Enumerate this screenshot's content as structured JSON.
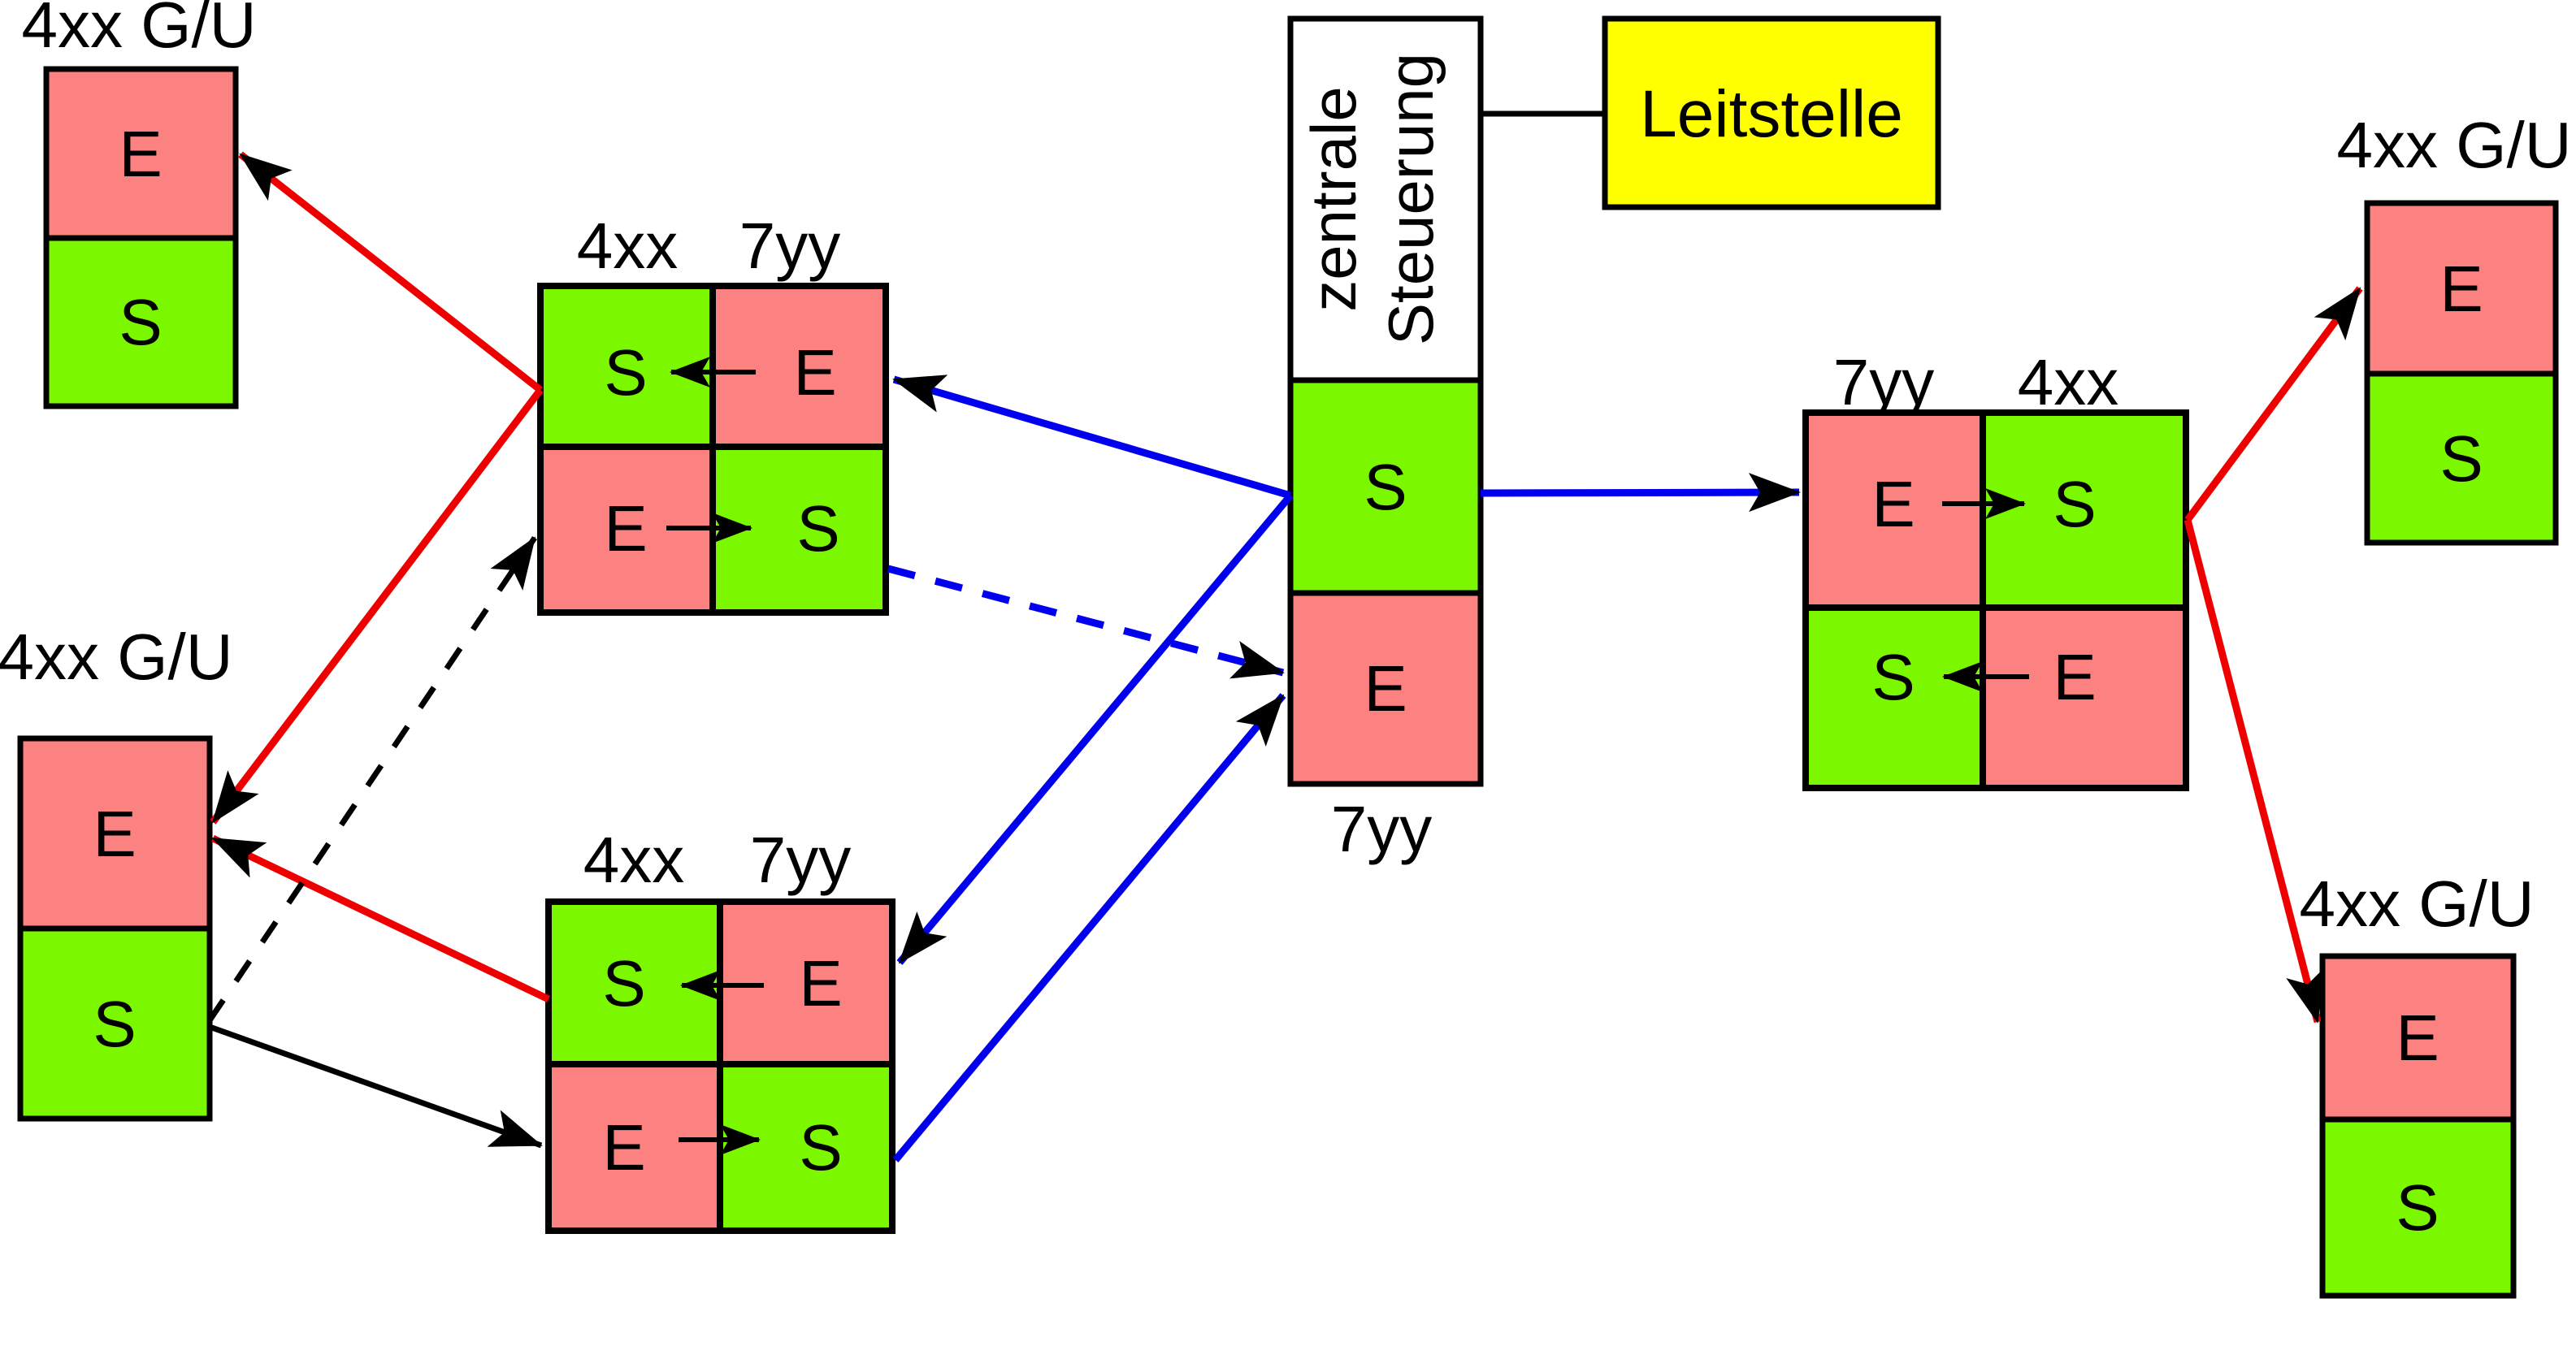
{
  "palette": {
    "cell_green": "#7BF700",
    "cell_pink": "#FC8181",
    "leitstelle_yellow": "#FFFF00",
    "arrow_red": "#EE0000",
    "arrow_blue": "#0000EE",
    "line_black": "#000000"
  },
  "leitstelle": {
    "label": "Leitstelle"
  },
  "central": {
    "name_line1": "zentrale",
    "name_line2": "Steuerung",
    "sender_cell": "S",
    "receiver_cell": "E",
    "address_label": "7yy"
  },
  "units": [
    {
      "position": "top-left",
      "title": "4xx G/U",
      "receiver": "E",
      "sender": "S"
    },
    {
      "position": "middle-left",
      "title": "4xx G/U",
      "receiver": "E",
      "sender": "S"
    },
    {
      "position": "top-right",
      "title": "4xx G/U",
      "receiver": "E",
      "sender": "S"
    },
    {
      "position": "bottom-right",
      "title": "4xx G/U",
      "receiver": "E",
      "sender": "S"
    }
  ],
  "quads": [
    {
      "position": "upper-left",
      "headers": {
        "left": "4xx",
        "right": "7yy"
      },
      "cells": {
        "top_left": "S",
        "top_right": "E",
        "bottom_left": "E",
        "bottom_right": "S"
      }
    },
    {
      "position": "lower-left",
      "headers": {
        "left": "4xx",
        "right": "7yy"
      },
      "cells": {
        "top_left": "S",
        "top_right": "E",
        "bottom_left": "E",
        "bottom_right": "S"
      }
    },
    {
      "position": "right",
      "headers": {
        "left": "7yy",
        "right": "4xx"
      },
      "cells": {
        "top_left": "E",
        "top_right": "S",
        "bottom_left": "S",
        "bottom_right": "E"
      }
    }
  ]
}
